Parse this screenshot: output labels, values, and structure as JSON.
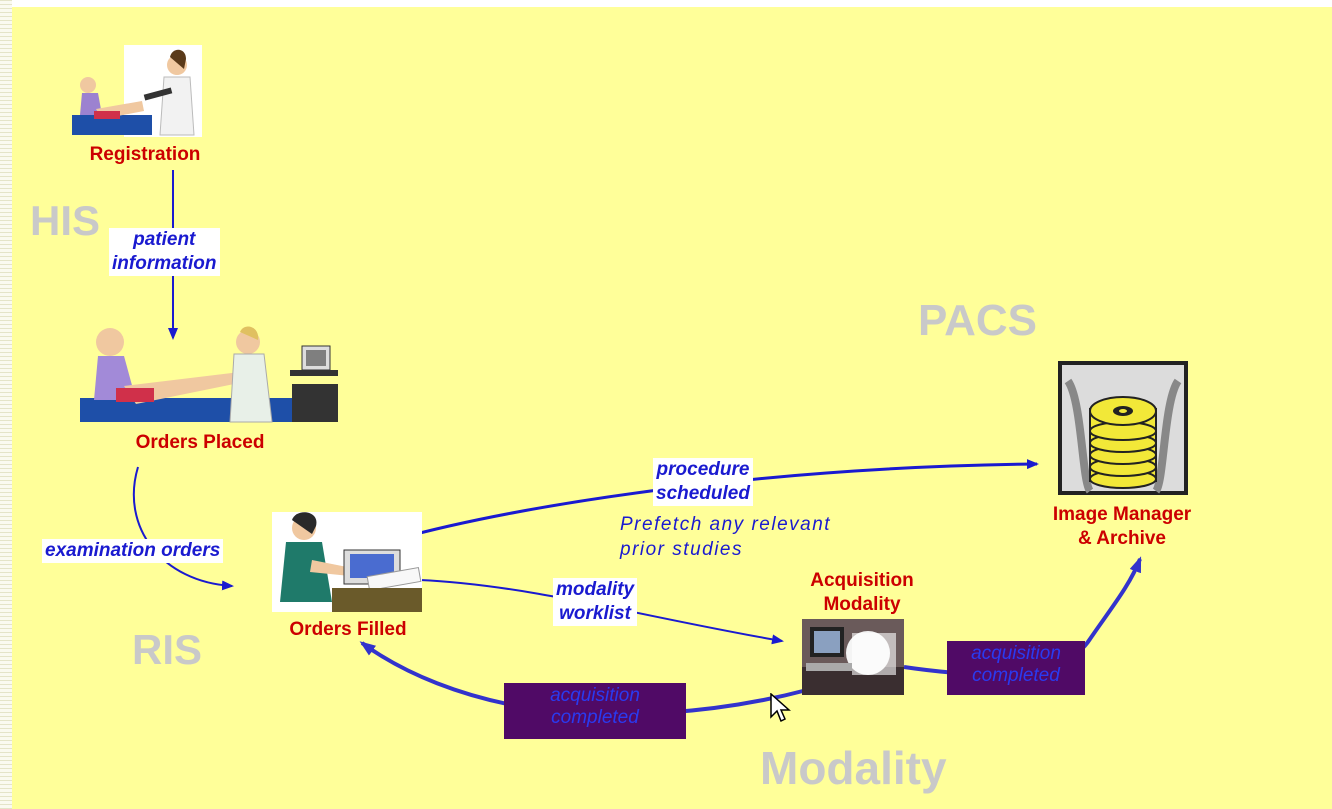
{
  "systems": {
    "his": "HIS",
    "ris": "RIS",
    "pacs": "PACS",
    "modality": "Modality"
  },
  "nodes": {
    "registration": "Registration",
    "orders_placed": "Orders Placed",
    "orders_filled": "Orders Filled",
    "acquisition_modality": [
      "Acquisition",
      "Modality"
    ],
    "image_manager": [
      "Image Manager",
      "& Archive"
    ]
  },
  "flows": {
    "patient_information": [
      "patient",
      "information"
    ],
    "examination_orders": "examination orders",
    "procedure_scheduled": [
      "procedure",
      "scheduled"
    ],
    "prefetch_note": [
      "Prefetch any relevant",
      "prior studies"
    ],
    "modality_worklist": [
      "modality",
      "worklist"
    ],
    "acquisition_completed_left": [
      "acquisition",
      "completed"
    ],
    "acquisition_completed_right": [
      "acquisition",
      "completed"
    ]
  },
  "colors": {
    "background": "#ffff99",
    "node_text": "#cc0000",
    "flow_text": "#1a1ad0",
    "system_text": "#c9c9c9",
    "dark_box": "#500a66"
  }
}
